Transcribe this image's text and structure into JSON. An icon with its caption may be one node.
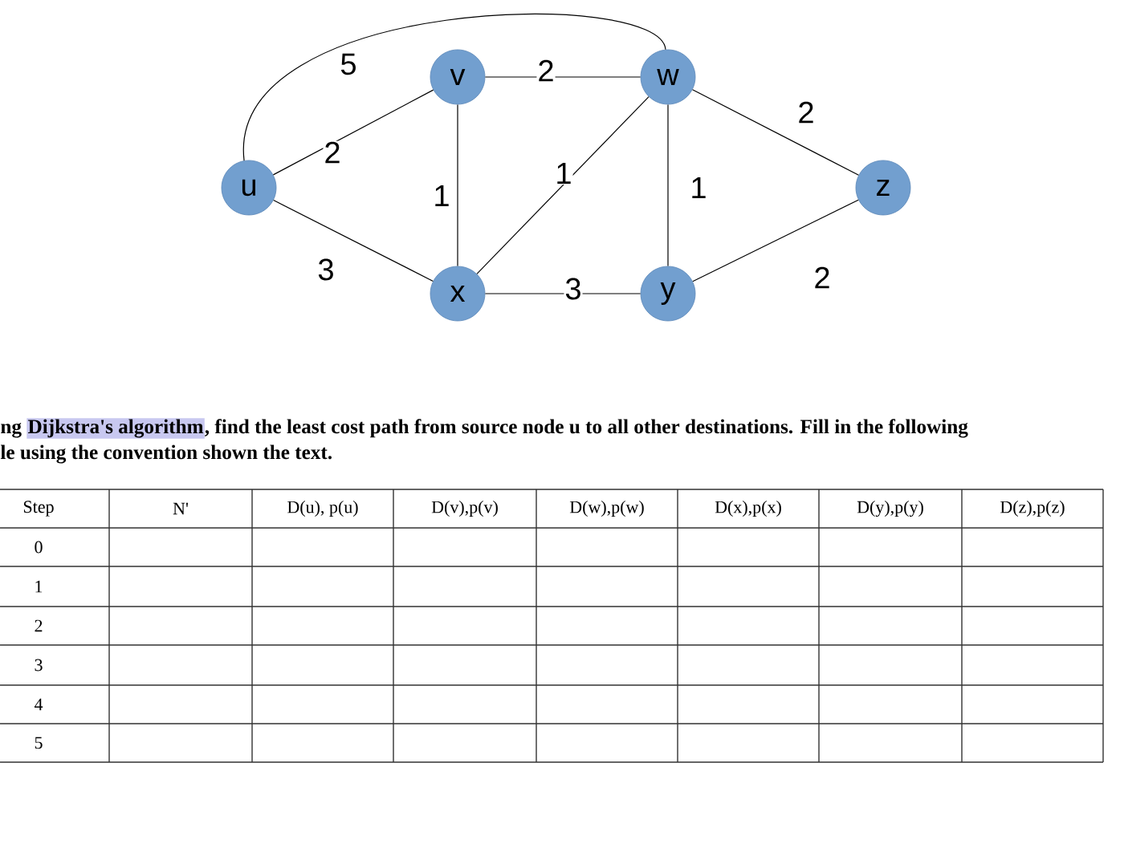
{
  "diagram": {
    "nodes": [
      {
        "text": [
          "u"
        ]
      },
      {
        "text": [
          "v"
        ]
      },
      {
        "text": [
          "w"
        ]
      },
      {
        "text": [
          "x"
        ]
      },
      {
        "text": [
          "y"
        ]
      },
      {
        "text": [
          "z"
        ]
      }
    ],
    "edges": [
      {
        "from": 0,
        "to": 2,
        "arrow": "none",
        "label": "5"
      },
      {
        "from": 0,
        "to": 1,
        "arrow": "none",
        "label": "2"
      },
      {
        "from": 0,
        "to": 3,
        "arrow": "none",
        "label": "3"
      },
      {
        "from": 1,
        "to": 2,
        "arrow": "none",
        "label": "2"
      },
      {
        "from": 1,
        "to": 3,
        "arrow": "none",
        "label": "1"
      },
      {
        "from": 3,
        "to": 2,
        "arrow": "none",
        "label": "1"
      },
      {
        "from": 2,
        "to": 4,
        "arrow": "none",
        "label": "1"
      },
      {
        "from": 3,
        "to": 4,
        "arrow": "none",
        "label": "3"
      },
      {
        "from": 2,
        "to": 5,
        "arrow": "none",
        "label": "2"
      },
      {
        "from": 4,
        "to": 5,
        "arrow": "none",
        "label": "2"
      }
    ],
    "labels": [
      "ng",
      "Dijkstra's algorithm",
      ", find the least cost path from source node u to all other destinations.  Fill in the following",
      "le using the convention shown the text.",
      "Step",
      "N'",
      "D(u), p(u)",
      "D(v),p(v)",
      "D(w),p(w)",
      "D(x),p(x)",
      "D(y),p(y)",
      "D(z),p(z)",
      "0",
      "1",
      "2",
      "3",
      "4",
      "5"
    ]
  }
}
